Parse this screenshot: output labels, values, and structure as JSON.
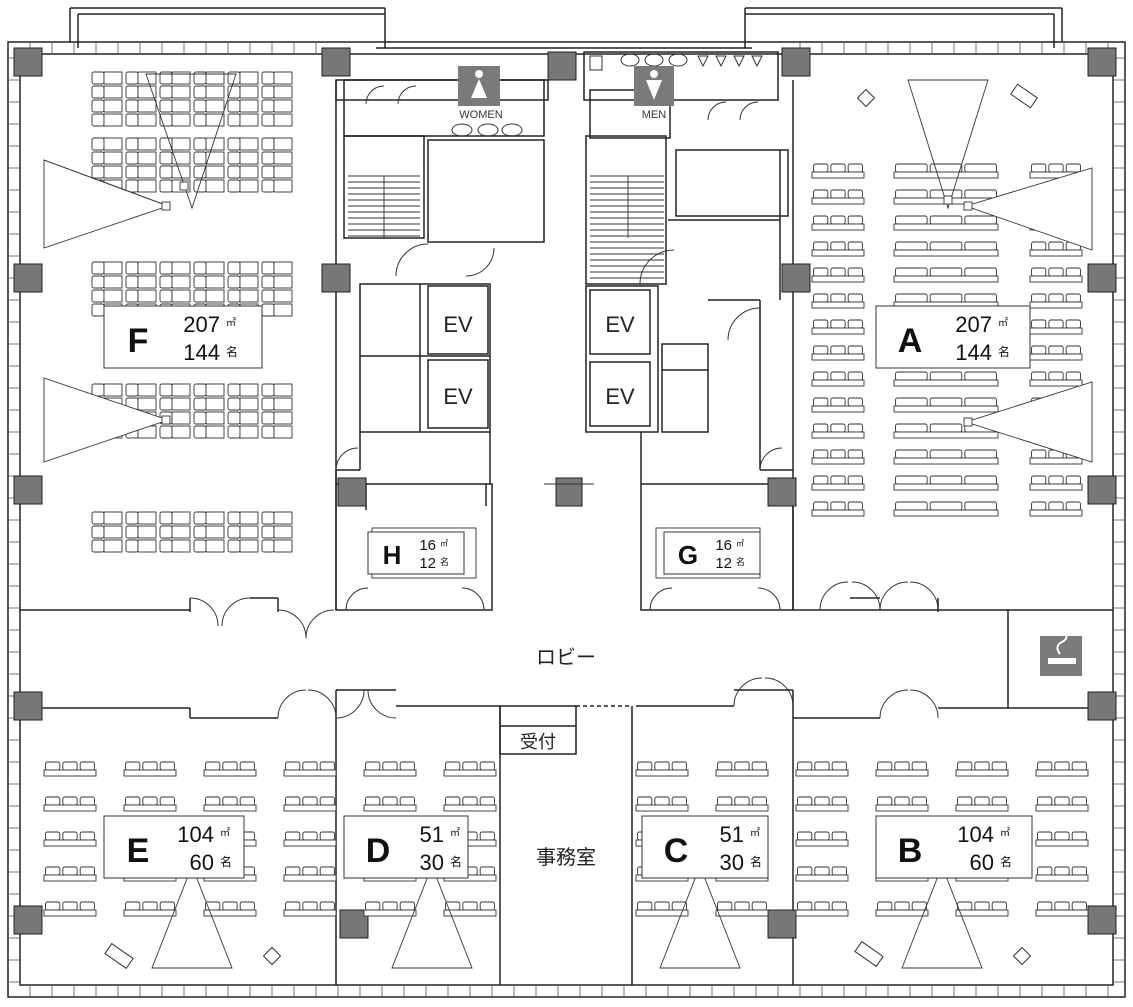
{
  "rooms": {
    "A": {
      "letter": "A",
      "area": "207",
      "capacity": "144",
      "area_unit": "㎡",
      "cap_unit": "名"
    },
    "B": {
      "letter": "B",
      "area": "104",
      "capacity": "60",
      "area_unit": "㎡",
      "cap_unit": "名"
    },
    "C": {
      "letter": "C",
      "area": "51",
      "capacity": "30",
      "area_unit": "㎡",
      "cap_unit": "名"
    },
    "D": {
      "letter": "D",
      "area": "51",
      "capacity": "30",
      "area_unit": "㎡",
      "cap_unit": "名"
    },
    "E": {
      "letter": "E",
      "area": "104",
      "capacity": "60",
      "area_unit": "㎡",
      "cap_unit": "名"
    },
    "F": {
      "letter": "F",
      "area": "207",
      "capacity": "144",
      "area_unit": "㎡",
      "cap_unit": "名"
    },
    "G": {
      "letter": "G",
      "area": "16",
      "capacity": "12",
      "area_unit": "㎡",
      "cap_unit": "名"
    },
    "H": {
      "letter": "H",
      "area": "16",
      "capacity": "12",
      "area_unit": "㎡",
      "cap_unit": "名"
    }
  },
  "labels": {
    "lobby": "ロビー",
    "reception": "受付",
    "office": "事務室",
    "women": "WOMEN",
    "men": "MEN",
    "elevator": "EV"
  },
  "icons": [
    "women-restroom-icon",
    "men-restroom-icon",
    "smoking-area-icon"
  ],
  "colors": {
    "wall": "#222222",
    "column": "#777777",
    "sign": "#7a7a7a",
    "line": "#333333",
    "background": "#ffffff"
  }
}
